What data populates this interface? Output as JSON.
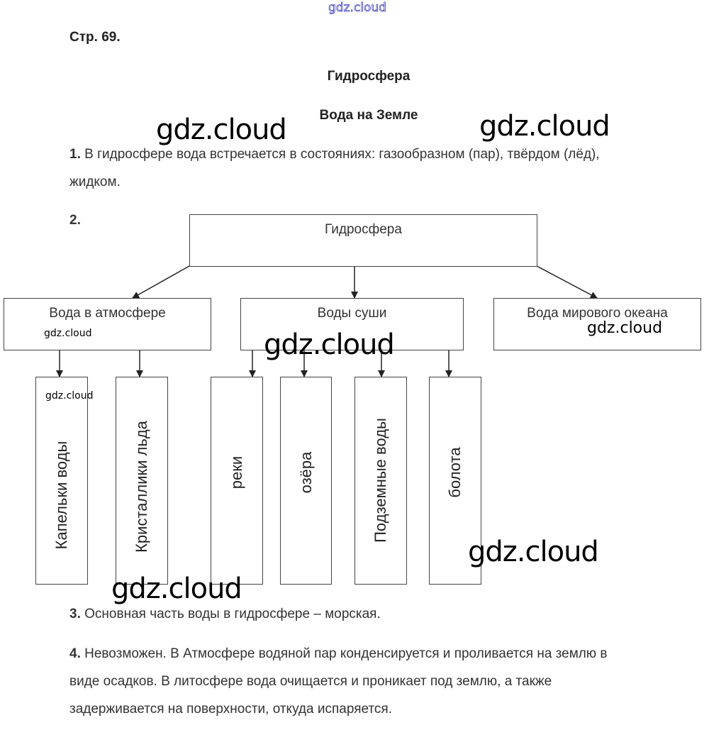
{
  "watermarks": {
    "top": "gdz.cloud",
    "text": "gdz.cloud"
  },
  "page": {
    "page_number": "Стр. 69.",
    "title": "Гидросфера",
    "subtitle": "Вода на Земле"
  },
  "answers": [
    {
      "num": "1.",
      "text": "В гидросфере вода встречается в состояниях: газообразном (пар), твёрдом (лёд), жидком."
    },
    {
      "num": "2.",
      "text": ""
    },
    {
      "num": "3.",
      "text": "Основная часть воды в гидросфере – морская."
    },
    {
      "num": "4.",
      "text": "Невозможен. В Атмосфере водяной пар конденсируется и проливается на землю в виде осадков. В литосфере вода очищается и проникает под землю, а также задерживается на поверхности, откуда испаряется."
    }
  ],
  "diagram": {
    "root": "Гидросфера",
    "level1": [
      {
        "label": "Вода в атмосфере",
        "children": [
          "Капельки воды",
          "Кристаллики льда"
        ]
      },
      {
        "label": "Воды суши",
        "children": [
          "реки",
          "озёра",
          "Подземные воды",
          "болота"
        ]
      },
      {
        "label": "Вода мирового океана",
        "children": []
      }
    ]
  }
}
